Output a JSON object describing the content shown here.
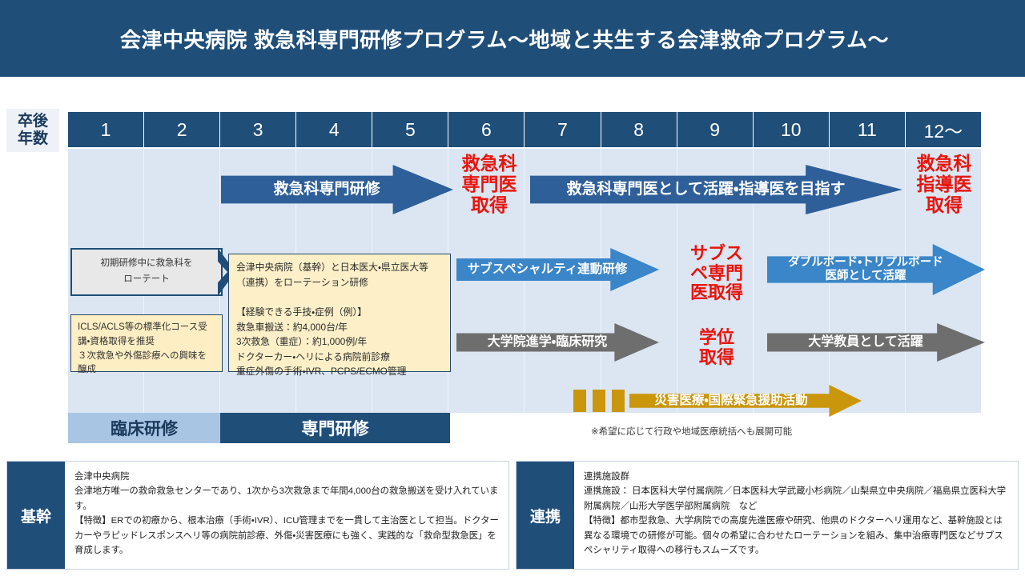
{
  "header": {
    "title": "会津中央病院 救急科専門研修プログラム～地域と共生する会津救命プログラム～",
    "banner_color": "#1f4e79"
  },
  "timeline": {
    "axis_label_line1": "卒後",
    "axis_label_line2": "年数",
    "years": [
      "1",
      "2",
      "3",
      "4",
      "5",
      "6",
      "7",
      "8",
      "9",
      "10",
      "11",
      "12～"
    ]
  },
  "tracks": {
    "core": {
      "arrow_label": "救急科専門研修",
      "achievement": "救急科\n専門医\n取得",
      "arrow2_label": "救急科専門医として活躍・指導医を目指す",
      "achievement2": "救急科\n指導医\n取得",
      "color": "#2e5f99"
    },
    "subspecialty": {
      "arrow_label": "サブスペシャルティ連動研修",
      "achievement": "サブス\nペ専門\n医取得",
      "arrow2_label": "ダブルボード・トリプルボード\n医師として活躍",
      "color": "#3a86c8"
    },
    "research": {
      "arrow_label": "大学院進学・臨床研究",
      "achievement": "学位\n取得",
      "arrow2_label": "大学教員として活躍",
      "color": "#6e6e6e"
    },
    "disaster": {
      "arrow_label": "災害医療・国際緊急援助活動",
      "note": "※希望に応じて行政や地域医療統括へも展開可能",
      "color": "#c9960c"
    }
  },
  "callouts": {
    "rotation_box": "初期研修中に救急科を\nローテート",
    "standard_course_box": "ICLS/ACLS等の標準化コース受講・資格取得を推奨\n３次救急や外傷診療への興味を醸成",
    "main_box": "会津中央病院（基幹）と日本医大・県立医大等（連携）をローテーション研修\n\n【経験できる手技・症例（例）】\n救急車搬送：約4,000台/年\n3次救急（重症）：約1,000例/年\nドクターカー・ヘリによる病院前診療\n重症外傷の手術・IVR、PCPS/ECMO管理"
  },
  "phases": [
    {
      "label": "臨床研修",
      "style": "light"
    },
    {
      "label": "専門研修",
      "style": "dark"
    }
  ],
  "footer": {
    "base": {
      "tag": "基幹",
      "text": "会津中央病院\n会津地方唯一の救命救急センターであり、1次から3次救急まで年間4,000台の救急搬送を受け入れています。\n【特徴】ERでの初療から、根本治療（手術・IVR）、ICU管理までを一貫して主治医として担当。ドクターカーやラピッドレスポンスヘリ等の病院前診療、外傷・災害医療にも強く、実践的な「救命型救急医」を育成します。"
    },
    "partner": {
      "tag": "連携",
      "text": "連携施設群\n連携施設： 日本医科大学付属病院／日本医科大学武蔵小杉病院／山梨県立中央病院／福島県立医科大学附属病院／山形大学医学部附属病院　など\n【特徴】都市型救急、大学病院での高度先進医療や研究、他県のドクターヘリ運用など、基幹施設とは異なる環境での研修が可能。個々の希望に合わせたローテーションを組み、集中治療専門医などサブスペシャリティ取得への移行もスムーズです。"
    }
  }
}
